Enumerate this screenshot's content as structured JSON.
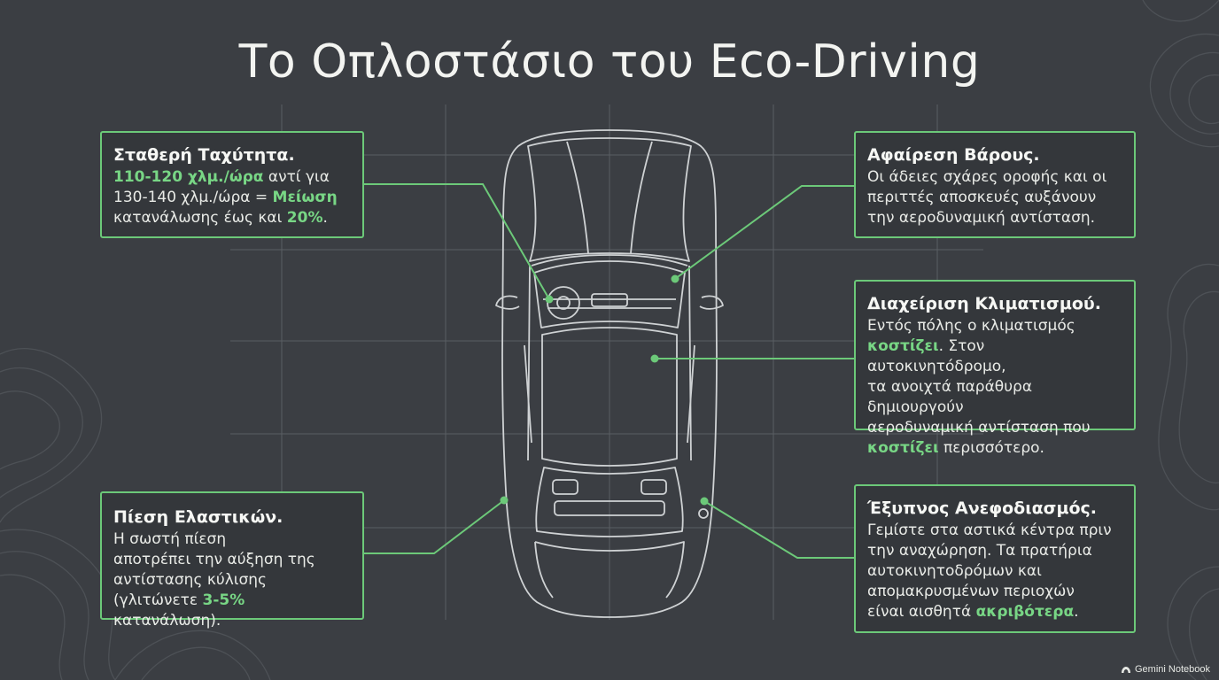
{
  "title": "Το Οπλοστάσιο του Eco-Driving",
  "accent_color": "#6cc979",
  "cards": {
    "speed": {
      "heading": "Σταθερή Ταχύτητα.",
      "hl1": "110-120 χλμ./ώρα",
      "t1": " αντί για",
      "t2": "130-140 χλμ./ώρα = ",
      "hl2": "Μείωση",
      "t3": "κατανάλωσης έως και ",
      "hl3": "20%",
      "t4": "."
    },
    "weight": {
      "heading": "Αφαίρεση Βάρους.",
      "line1": "Οι άδειες σχάρες οροφής και οι",
      "line2": "περιττές αποσκευές αυξάνουν",
      "line3": "την αεροδυναμική αντίσταση."
    },
    "ac": {
      "heading": "Διαχείριση Κλιματισμού.",
      "line1": "Εντός πόλης ο κλιματισμός",
      "hl1": "κοστίζει",
      "t1": ". Στον αυτοκινητόδρομο,",
      "line3": "τα ανοιχτά παράθυρα δημιουργούν",
      "line4": "αεροδυναμική αντίσταση που",
      "hl2": "κοστίζει",
      "t2": " περισσότερο."
    },
    "tires": {
      "heading": "Πίεση Ελαστικών.",
      "line1": "Η σωστή πίεση",
      "line2": "αποτρέπει την αύξηση της",
      "line3": "αντίστασης κύλισης",
      "t1": "(γλιτώνετε ",
      "hl1": "3-5%",
      "t2": " κατανάλωση)."
    },
    "fuel": {
      "heading": "Έξυπνος Ανεφοδιασμός.",
      "line1": "Γεμίστε στα αστικά κέντρα πριν",
      "line2": "την αναχώρηση. Τα πρατήρια",
      "line3": "αυτοκινητοδρόμων και",
      "line4": "απομακρυσμένων περιοχών",
      "t1": "είναι αισθητά ",
      "hl1": "ακριβότερα",
      "t2": "."
    }
  },
  "footer": {
    "label": "Gemini Notebook",
    "icon": "notebook-logo-icon"
  }
}
